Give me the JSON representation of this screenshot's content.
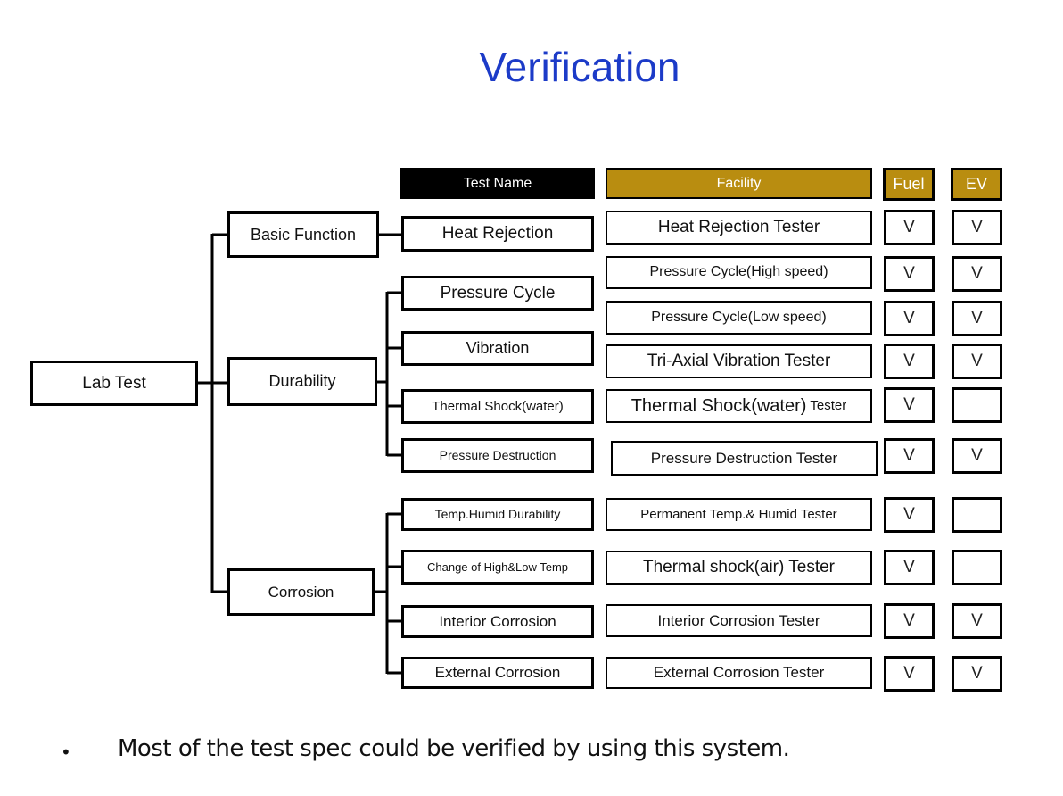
{
  "title": "Verification",
  "colors": {
    "title_blue": "#1C3BC8",
    "header_gold": "#B98D10",
    "header_black": "#000000",
    "line_black": "#000000"
  },
  "headers": {
    "test_name": "Test Name",
    "facility": "Facility",
    "fuel": "Fuel",
    "ev": "EV"
  },
  "tree": {
    "root": "Lab Test",
    "categories": [
      {
        "label": "Basic Function"
      },
      {
        "label": "Durability"
      },
      {
        "label": "Corrosion"
      }
    ]
  },
  "test_names": [
    {
      "label": "Heat Rejection"
    },
    {
      "label": "Pressure Cycle"
    },
    {
      "label": "Vibration"
    },
    {
      "label": "Thermal Shock(water)"
    },
    {
      "label": "Pressure Destruction"
    },
    {
      "label": "Temp.Humid Durability"
    },
    {
      "label": "Change of High&Low Temp"
    },
    {
      "label": "Interior Corrosion"
    },
    {
      "label": "External Corrosion"
    }
  ],
  "facilities": [
    {
      "label": "Heat Rejection Tester",
      "fuel": "V",
      "ev": "V"
    },
    {
      "label": "Pressure Cycle(High speed)",
      "fuel": "V",
      "ev": "V"
    },
    {
      "label": "Pressure Cycle(Low speed)",
      "fuel": "V",
      "ev": "V"
    },
    {
      "label": "Tri-Axial Vibration Tester",
      "fuel": "V",
      "ev": "V"
    },
    {
      "label": "Thermal Shock(water)",
      "label_small": "Tester",
      "fuel": "V",
      "ev": ""
    },
    {
      "label": "Pressure Destruction Tester",
      "fuel": "V",
      "ev": "V"
    },
    {
      "label": "Permanent Temp.& Humid Tester",
      "fuel": "V",
      "ev": ""
    },
    {
      "label": "Thermal shock(air) Tester",
      "fuel": "V",
      "ev": ""
    },
    {
      "label": "Interior Corrosion Tester",
      "fuel": "V",
      "ev": "V"
    },
    {
      "label": "External Corrosion Tester",
      "fuel": "V",
      "ev": "V"
    }
  ],
  "footer": {
    "bullet": "•",
    "text": "Most of the test spec could be verified by using this system."
  }
}
